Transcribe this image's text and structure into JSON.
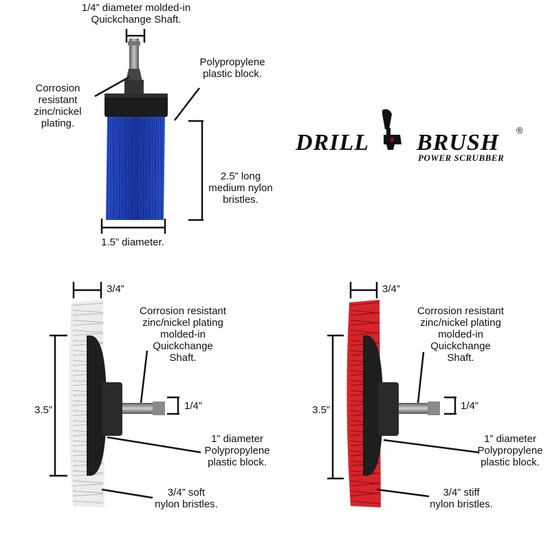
{
  "colors": {
    "blue_bristles": "#1d3fb0",
    "white_bristles": "#e6e6e6",
    "red_bristles": "#d8242b",
    "block": "#1c1c1c",
    "shaft": "#8a8a8a"
  },
  "logo": {
    "word_left": "DRILL",
    "word_right": "BRUSH",
    "registered": "®",
    "tagline": "POWER SCRUBBER",
    "icon": "drill-icon"
  },
  "top_brush": {
    "shaft_label": "1/4” diameter molded-in\nQuickchange Shaft.",
    "plating_label": "Corrosion\nresistant\nzinc/nickel\nplating.",
    "block_label": "Polypropylene\nplastic block.",
    "bristle_label": "2.5” long\nmedium nylon\nbristles.",
    "diameter_label": "1.5” diameter."
  },
  "left_brush": {
    "width_label": "3/4”",
    "height_label": "3.5”",
    "shaft_label": "1/4”",
    "plating_label": "Corrosion resistant\nzinc/nickel plating\nmolded-in\nQuickchange\nShaft.",
    "block_label": "1” diameter\nPolypropylene\nplastic block.",
    "bristle_label": "3/4” soft\nnylon bristles."
  },
  "right_brush": {
    "width_label": "3/4”",
    "height_label": "3.5”",
    "shaft_label": "1/4”",
    "plating_label": "Corrosion resistant\nzinc/nickel plating\nmolded-in\nQuickchange\nShaft.",
    "block_label": "1” diameter\nPolypropylene\nplastic block.",
    "bristle_label": "3/4” stiff\nnylon bristles."
  }
}
